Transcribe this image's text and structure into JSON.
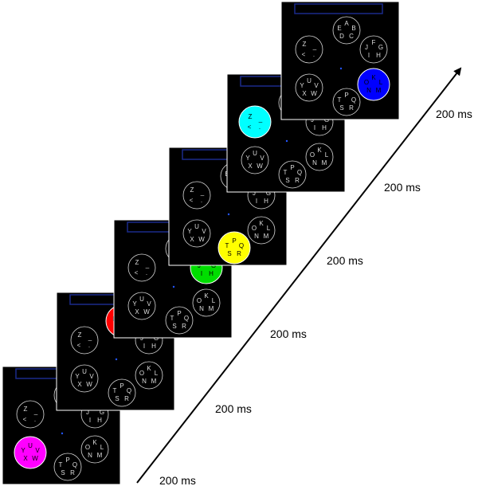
{
  "interval_label": "200 ms",
  "time_labels": [
    "200 ms",
    "200 ms",
    "200 ms",
    "200 ms",
    "200 ms",
    "200 ms"
  ],
  "colors": {
    "screen_background": "#000000",
    "screen_border": "#ffffff",
    "input_box_border": "#1a2a8a",
    "ring_stroke": "#dddddd",
    "letter": "#dddddd",
    "fixation_dot": "#2255ff",
    "arrow": "#000000",
    "highlight_magenta": "#ff00ff",
    "highlight_red": "#ff0000",
    "highlight_green": "#00dd00",
    "highlight_yellow": "#ffff00",
    "highlight_cyan": "#00ffff",
    "highlight_blue": "#0000ff"
  },
  "letter_groups": [
    {
      "id": "ABCDE",
      "letters": [
        "A",
        "B",
        "C",
        "D",
        "E"
      ]
    },
    {
      "id": "FGHIJ",
      "letters": [
        "F",
        "G",
        "H",
        "I",
        "J"
      ]
    },
    {
      "id": "KLMNO",
      "letters": [
        "K",
        "L",
        "M",
        "N",
        "O"
      ]
    },
    {
      "id": "PQRST",
      "letters": [
        "P",
        "Q",
        "R",
        "S",
        "T"
      ]
    },
    {
      "id": "UVWXY",
      "letters": [
        "U",
        "V",
        "W",
        "X",
        "Y"
      ]
    },
    {
      "id": "Z_.<",
      "letters": [
        "Z",
        "_",
        ".",
        "<"
      ]
    }
  ],
  "frames": [
    {
      "highlighted_group": "UVWXY",
      "highlight_color": "#ff00ff",
      "highlight_letter_color": "#000000"
    },
    {
      "highlighted_group": "ABCDE",
      "highlight_color": "#ff0000",
      "highlight_letter_color": "#000000"
    },
    {
      "highlighted_group": "FGHIJ",
      "highlight_color": "#00dd00",
      "highlight_letter_color": "#000000"
    },
    {
      "highlighted_group": "PQRST",
      "highlight_color": "#ffff00",
      "highlight_letter_color": "#000000"
    },
    {
      "highlighted_group": "Z_.<",
      "highlight_color": "#00ffff",
      "highlight_letter_color": "#000000"
    },
    {
      "highlighted_group": "KLMNO",
      "highlight_color": "#0000ff",
      "highlight_letter_color": "#000000"
    }
  ]
}
